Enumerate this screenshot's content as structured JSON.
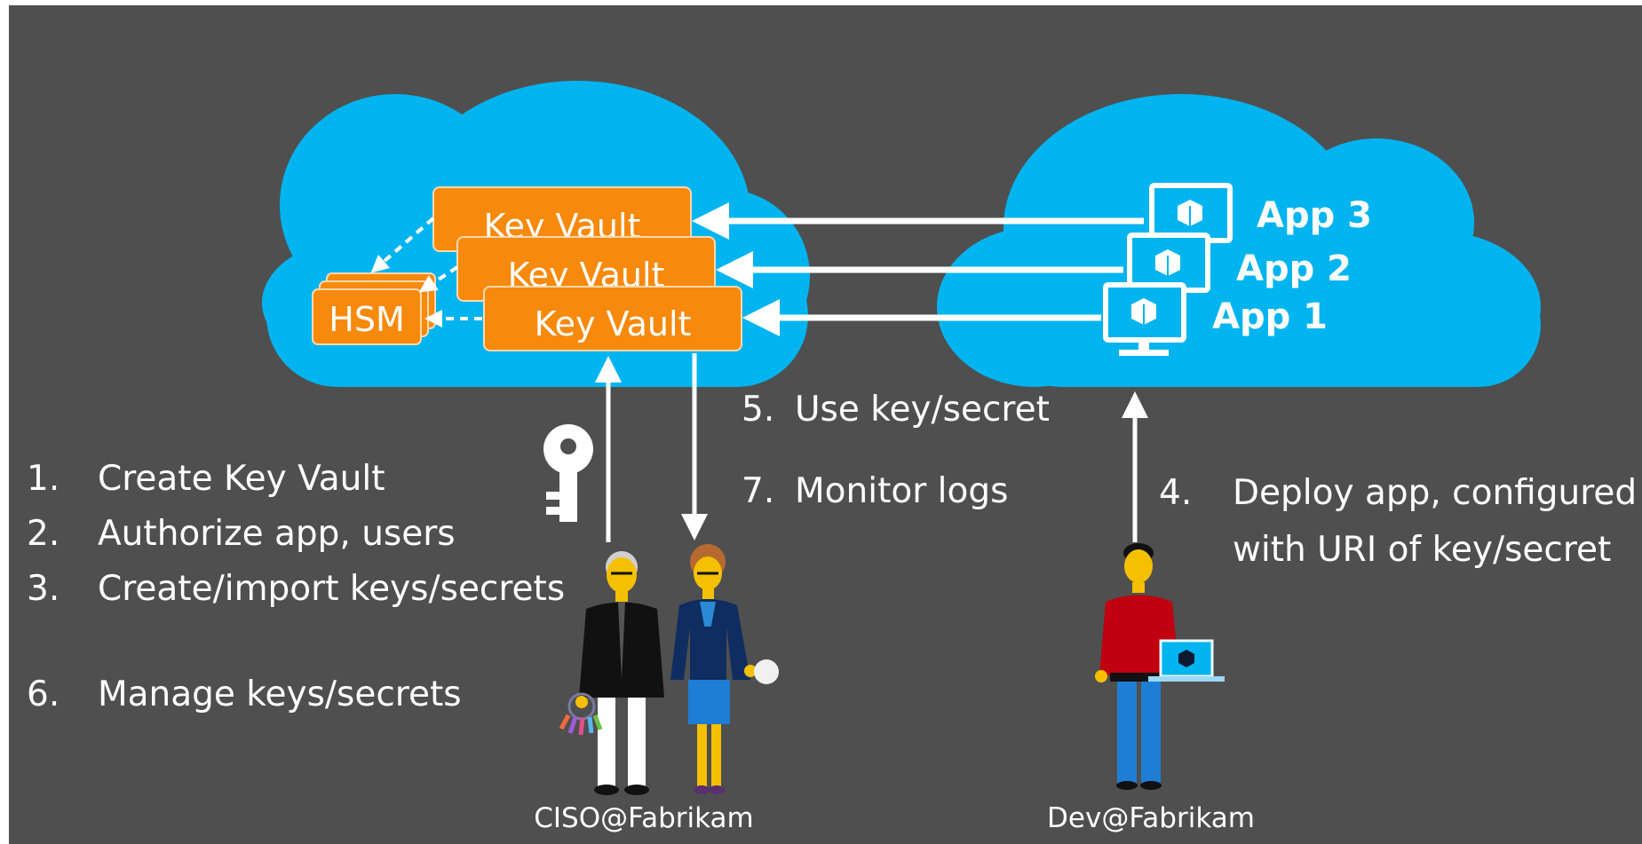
{
  "vaults": [
    {
      "label": "Key Vault"
    },
    {
      "label": "Key Vault"
    },
    {
      "label": "Key Vault"
    }
  ],
  "hsm": {
    "label": "HSM"
  },
  "apps": [
    {
      "label": "App 3"
    },
    {
      "label": "App 2"
    },
    {
      "label": "App 1"
    }
  ],
  "steps": {
    "s1": {
      "num": "1.",
      "text": "Create Key Vault"
    },
    "s2": {
      "num": "2.",
      "text": "Authorize app, users"
    },
    "s3": {
      "num": "3.",
      "text": "Create/import keys/secrets"
    },
    "s6": {
      "num": "6.",
      "text": "Manage keys/secrets"
    },
    "s5": {
      "num": "5.",
      "text": "Use key/secret"
    },
    "s7": {
      "num": "7.",
      "text": "Monitor logs"
    },
    "s4": {
      "num": "4.",
      "line1": "Deploy app, configured",
      "line2": "with URI of key/secret"
    }
  },
  "people": {
    "ciso": "CISO@Fabrikam",
    "dev": "Dev@Fabrikam"
  },
  "colors": {
    "background": "#4f4f4f",
    "cloud": "#00b4f0",
    "vault": "#f7890c",
    "arrow": "#ffffff"
  }
}
